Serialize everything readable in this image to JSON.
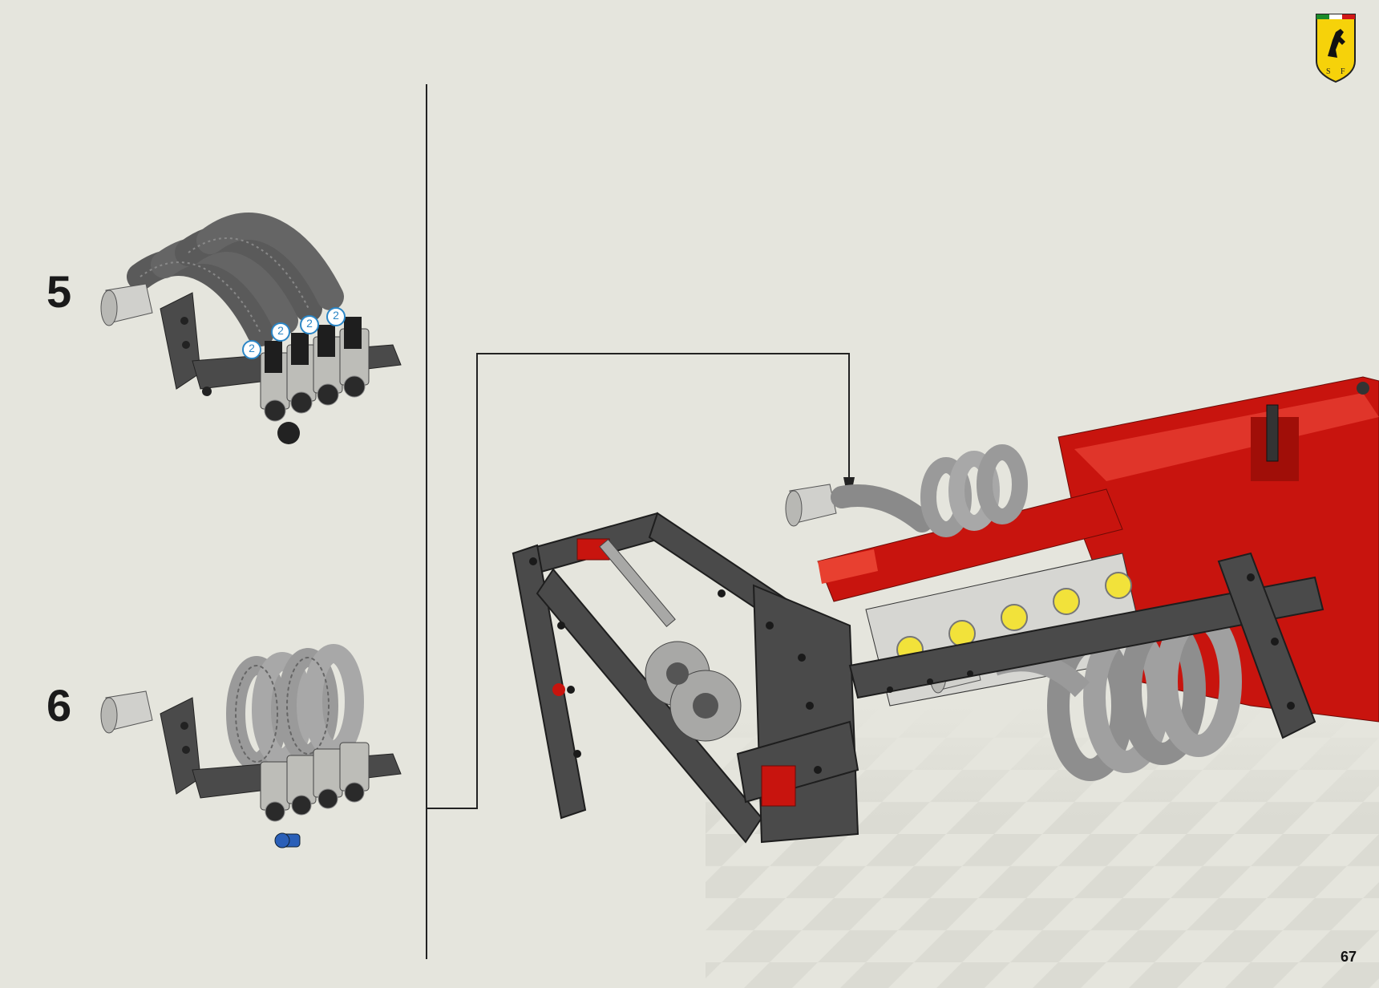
{
  "page": {
    "number": "67"
  },
  "steps": [
    {
      "number": "5"
    },
    {
      "number": "6"
    }
  ],
  "callouts": [
    "2",
    "2",
    "2",
    "2"
  ],
  "logo": {
    "name": "ferrari-shield-logo",
    "letters": "SF"
  },
  "colors": {
    "background": "#e5e5dd",
    "checker": "#d6d6cf",
    "chassis_red": "#c8140e",
    "beam_dark": "#4a4a4a",
    "hose_gray": "#9a9a9a",
    "yellow_cap": "#f2e23a",
    "shield_yellow": "#f6d20a",
    "pin_blue": "#2a5fb8"
  }
}
